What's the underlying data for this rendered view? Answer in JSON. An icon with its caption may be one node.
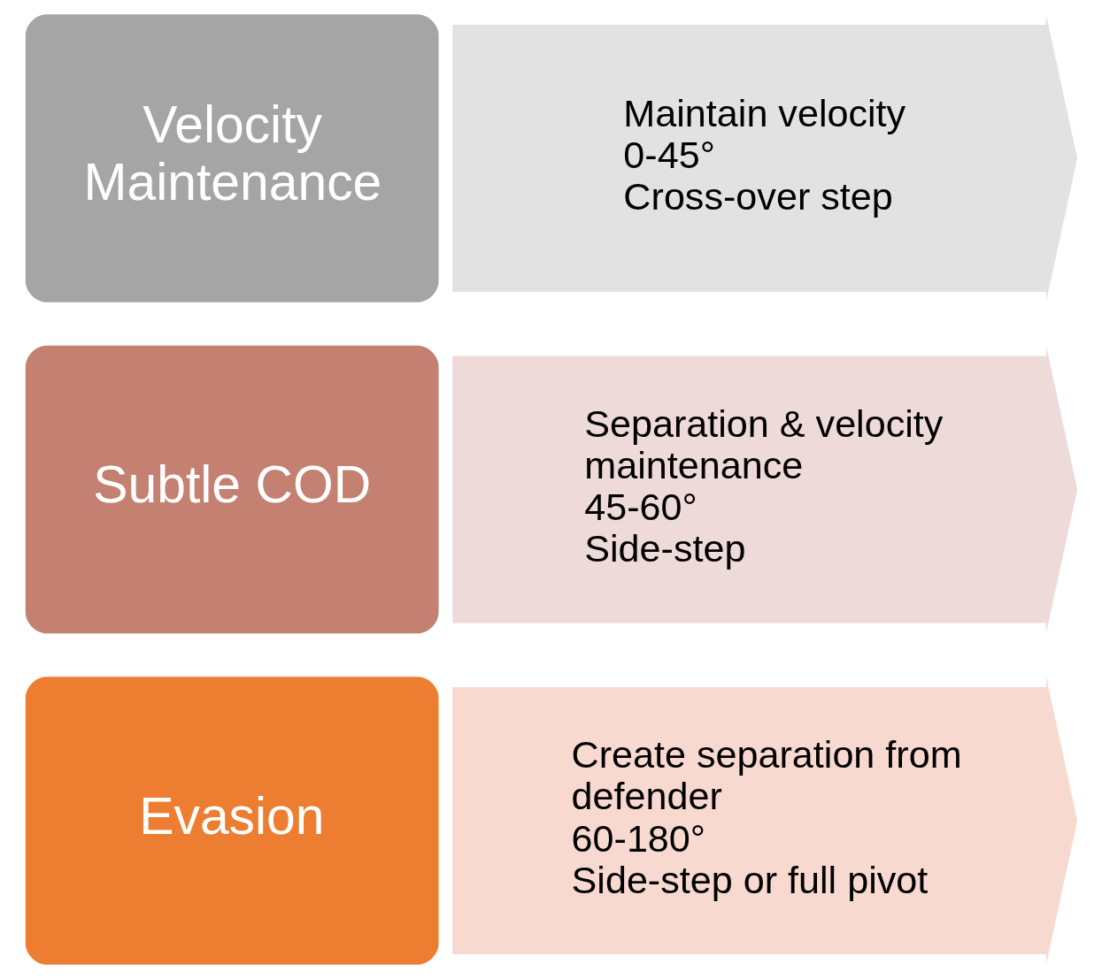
{
  "diagram": {
    "nodes": [
      {
        "text": [
          "Evasion"
        ]
      },
      {
        "text": [
          "Create separation from defender",
          "60-180°",
          "Side-step or full pivot"
        ]
      },
      {
        "text": [
          "Subtle COD"
        ]
      },
      {
        "text": [
          "Separation & velocity maintenance",
          "45-60°",
          "Side-step"
        ]
      },
      {
        "text": [
          "Velocity Maintenance"
        ]
      },
      {
        "text": [
          "Maintain velocity",
          "0-45°",
          "Cross-over step"
        ]
      }
    ]
  }
}
